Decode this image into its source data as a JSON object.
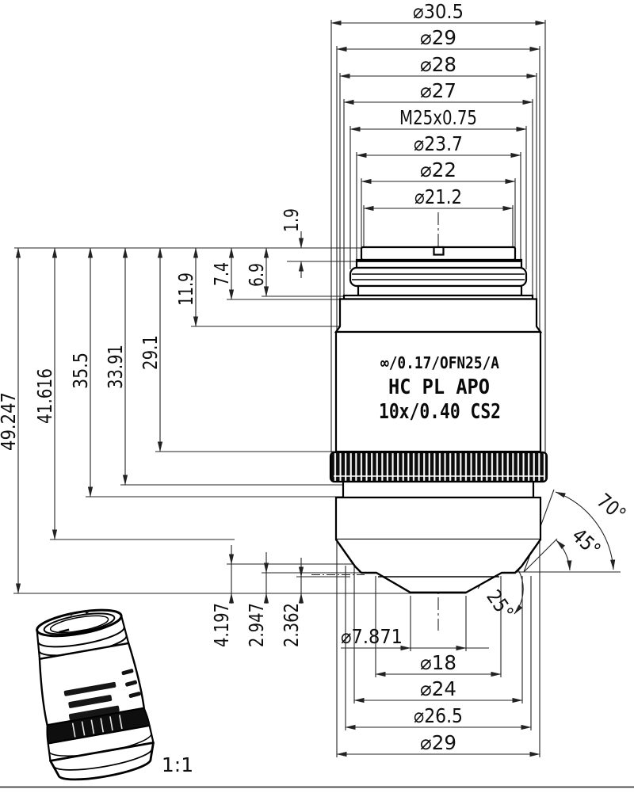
{
  "top_dims": [
    "⌀30.5",
    "⌀29",
    "⌀28",
    "⌀27",
    "M25x0.75",
    "⌀23.7",
    "⌀22",
    "⌀21.2"
  ],
  "left_dims": [
    "49.247",
    "41.616",
    "35.5",
    "33.91",
    "29.1",
    "11.9",
    "7.4",
    "6.9",
    "1.9"
  ],
  "front_dims": [
    "4.197",
    "2.947",
    "2.362"
  ],
  "bottom_dims": [
    "⌀7.871",
    "⌀18",
    "⌀24",
    "⌀26.5",
    "⌀29"
  ],
  "angle_dims": [
    "70°",
    "45°",
    "25°"
  ],
  "body_markings": [
    "∞/0.17/OFN25/A",
    "HC PL APO",
    "10x/0.40 CS2"
  ],
  "pictorial": {
    "scale_label": "1:1"
  }
}
